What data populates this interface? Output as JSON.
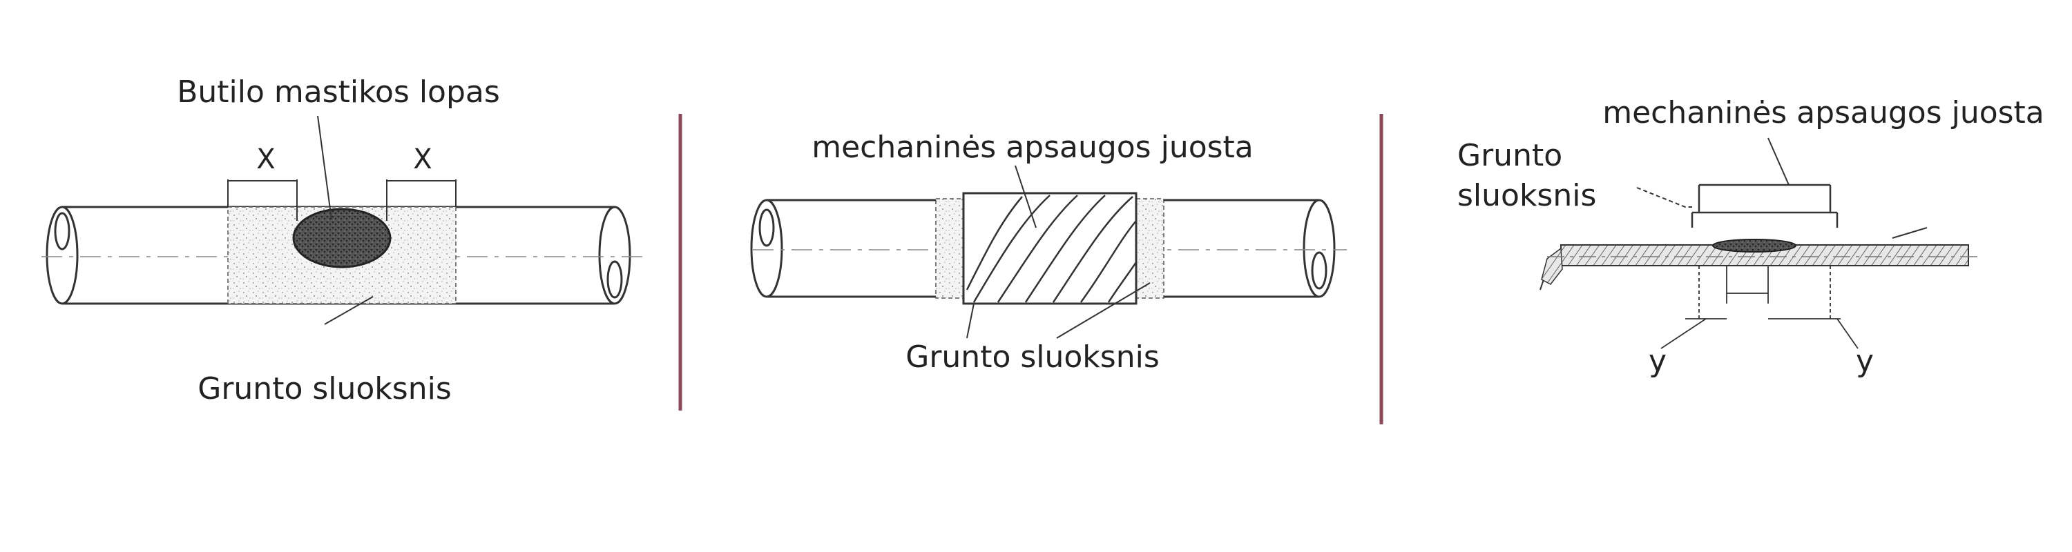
{
  "panel_left": {
    "patch_label": "Butilo mastikos lopas",
    "dim_left": "X",
    "dim_right": "X",
    "primer_label": "Grunto sluoksnis"
  },
  "panel_middle": {
    "tape_label": "mechaninės apsaugos juosta",
    "primer_label": "Grunto sluoksnis"
  },
  "panel_right": {
    "tape_label": "mechaninės apsaugos juosta",
    "primer_label_line1": "Grunto",
    "primer_label_line2": "sluoksnis",
    "dim_left": "y",
    "dim_right": "y"
  },
  "colors": {
    "divider": "#8a4a5a",
    "ink": "#222222"
  }
}
